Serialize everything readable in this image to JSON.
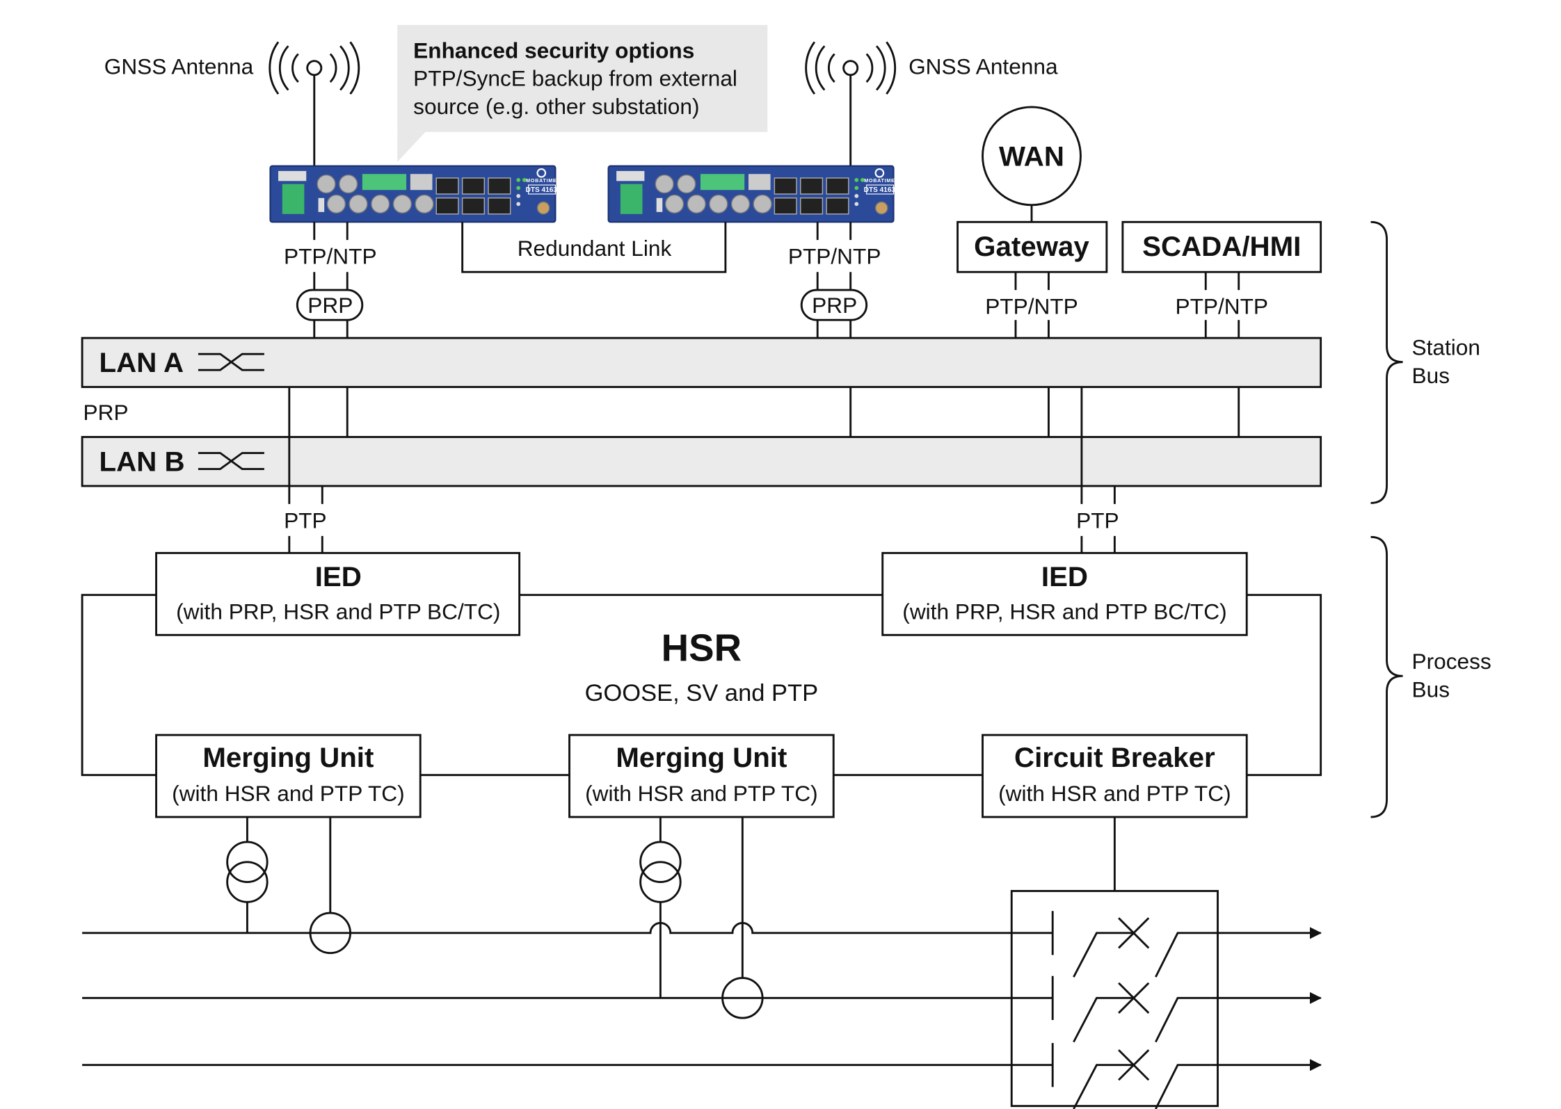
{
  "antennas": [
    {
      "label": "GNSS Antenna",
      "icon": "antenna-icon"
    },
    {
      "label": "GNSS Antenna",
      "icon": "antenna-icon"
    }
  ],
  "callout": {
    "title": "Enhanced security options",
    "line1": "PTP/SyncE backup from external",
    "line2": "source (e.g. other substation)",
    "color": "#e8e8e8"
  },
  "devices": [
    {
      "model": "DTS 4163",
      "brand": "MOBATIME"
    },
    {
      "model": "DTS 4163",
      "brand": "MOBATIME"
    }
  ],
  "device_color": "#2b4a9a",
  "redundant_link": "Redundant Link",
  "wan": "WAN",
  "gateway": "Gateway",
  "scada": "SCADA/HMI",
  "ptp_ntp": [
    "PTP/NTP",
    "PTP/NTP",
    "PTP/NTP",
    "PTP/NTP"
  ],
  "prp_pills": [
    "PRP",
    "PRP"
  ],
  "lan_a": "LAN A",
  "lan_b": "LAN B",
  "prp_label": "PRP",
  "ptp": [
    "PTP",
    "PTP"
  ],
  "ieds": [
    {
      "title": "IED",
      "subtitle": "(with PRP,  HSR and PTP BC/TC)"
    },
    {
      "title": "IED",
      "subtitle": "(with PRP,  HSR and PTP BC/TC)"
    }
  ],
  "hsr": {
    "title": "HSR",
    "subtitle": "GOOSE, SV and PTP"
  },
  "process_devices": [
    {
      "title": "Merging Unit",
      "subtitle": "(with HSR and PTP TC)"
    },
    {
      "title": "Merging Unit",
      "subtitle": "(with HSR and PTP TC)"
    },
    {
      "title": "Circuit Breaker",
      "subtitle": "(with HSR and PTP TC)"
    }
  ],
  "station_bus": {
    "line1": "Station",
    "line2": "Bus"
  },
  "process_bus": {
    "line1": "Process",
    "line2": "Bus"
  },
  "bar_color": "#ebebeb"
}
